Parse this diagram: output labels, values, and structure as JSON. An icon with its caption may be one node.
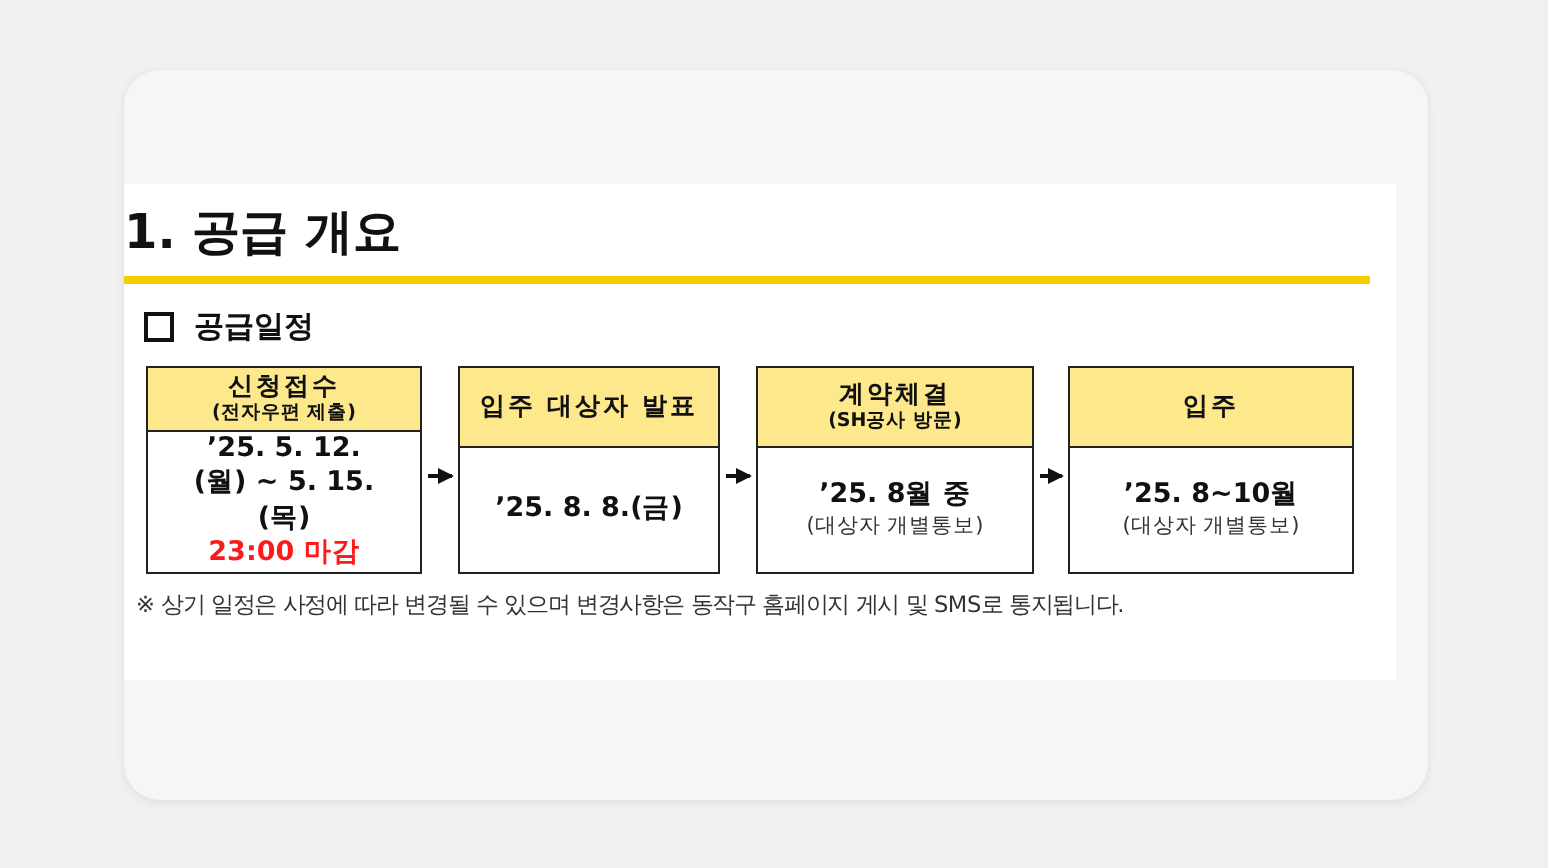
{
  "diagram": {
    "title": "1. 공급 개요",
    "nodes": [
      {
        "text": [
          "신청접수",
          "(전자우편 제출)",
          "’25. 5. 12.(월) ~ 5. 15.(목)",
          "23:00 마감"
        ]
      },
      {
        "text": [
          "입주 대상자 발표",
          "’25. 8. 8.(금)"
        ]
      },
      {
        "text": [
          "계약체결",
          "(SH공사 방문)",
          "’25. 8월 중",
          "(대상자 개별통보)"
        ]
      },
      {
        "text": [
          "입주",
          "’25. 8~10월",
          "(대상자 개별통보)"
        ]
      }
    ],
    "edges": [
      {
        "from": 0,
        "to": 1,
        "arrow": "to"
      },
      {
        "from": 1,
        "to": 2,
        "arrow": "to"
      },
      {
        "from": 2,
        "to": 3,
        "arrow": "to"
      }
    ],
    "labels": [
      "공급일정",
      "※ 상기 일정은 사정에 따라 변경될 수 있으며 변경사항은 동작구 홈페이지 게시 및 SMS로 통지됩니다."
    ]
  }
}
